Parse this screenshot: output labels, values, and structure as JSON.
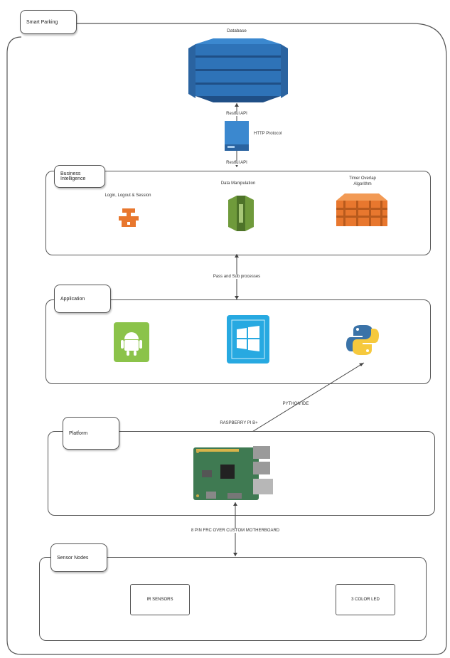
{
  "outer": {
    "title": "Smart Parking"
  },
  "database": {
    "label": "Database"
  },
  "connector": {
    "top_label": "Restful API",
    "bottom_label": "Restful API",
    "protocol_label": "HTTP Protocol"
  },
  "business": {
    "tag": "Business Intelligence",
    "items": [
      {
        "label": "Login, Logout & Session",
        "icon": "lock-service-icon",
        "color": "#e8772e"
      },
      {
        "label": "Data Manipulation",
        "icon": "data-manipulation-icon",
        "color": "#6f9a3b"
      },
      {
        "label": "Timer Overlap Algorithm",
        "icon": "algorithm-icon",
        "color": "#e8772e"
      }
    ]
  },
  "link_business_app": {
    "label": "Pass and Sub processes"
  },
  "application": {
    "tag": "Application",
    "items": [
      {
        "name": "android",
        "icon": "android-icon",
        "color": "#8bc34a"
      },
      {
        "name": "windows",
        "icon": "windows-icon",
        "color": "#27a9e1"
      },
      {
        "name": "python",
        "icon": "python-icon",
        "color": "#3a73a8"
      }
    ]
  },
  "link_app_platform": {
    "label": "PYTHON IDE"
  },
  "platform": {
    "tag": "Platform",
    "board_label": "RASPBERRY PI B+",
    "icon": "raspberry-pi-board-icon"
  },
  "link_platform_sensor": {
    "label": "8 PIN FRC OVER CUSTOM MOTHERBOARD"
  },
  "sensor": {
    "tag": "Sensor Nodes",
    "items": [
      {
        "label": "IR SENSORS"
      },
      {
        "label": "3 COLOR LED"
      }
    ]
  },
  "colors": {
    "aws_blue": "#2e73b8",
    "aws_orange": "#e8772e",
    "aws_green": "#6f9a3b"
  }
}
